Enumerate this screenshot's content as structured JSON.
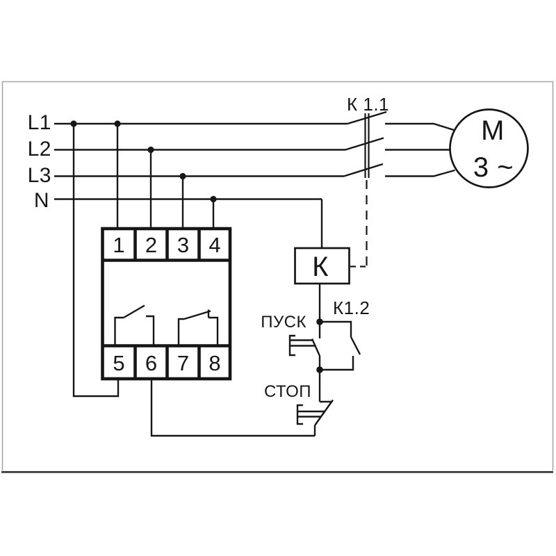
{
  "diagram": {
    "phase_labels": [
      "L1",
      "L2",
      "L3",
      "N"
    ],
    "device": {
      "terminals_top": [
        "1",
        "2",
        "3",
        "4"
      ],
      "terminals_bottom": [
        "5",
        "6",
        "7",
        "8"
      ]
    },
    "contactor": {
      "coil_label": "К",
      "main_contacts_label": "К 1.1",
      "aux_contact_label": "К1.2"
    },
    "buttons": {
      "start_label": "ПУСК",
      "stop_label": "СТОП"
    },
    "motor": {
      "label": "M",
      "type_label": "3 ~"
    },
    "colors": {
      "line": "#161616",
      "frame": "#a6a6a6",
      "frame_bottom": "#2e2e2e",
      "background": "#ffffff"
    }
  }
}
